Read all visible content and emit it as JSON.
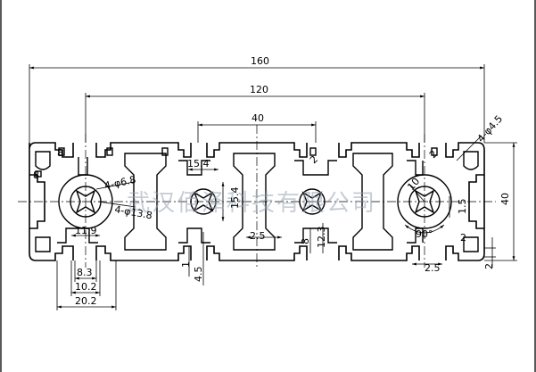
{
  "diagram": {
    "watermark": "武汉佰泽科技有限公司",
    "dimensions": {
      "overall_width": "160",
      "inner_width": "120",
      "center_width": "40",
      "height": "40",
      "slot_15_4_h": "15.4",
      "slot_15_4_v": "15.4",
      "hole_small": "4-φ6.8",
      "hole_large": "4-φ13.8",
      "corner_hole": "4-φ4.5",
      "width_11_9": "11.9",
      "width_8_3": "8.3",
      "width_10_2": "10.2",
      "width_20_2": "20.2",
      "depth_1": "1",
      "depth_4_5": "4.5",
      "thick_2_5_mid": "2.5",
      "slot_8": "8",
      "slot_12_3": "12.3",
      "rib_1_5": "1.5",
      "thick_2_5_right": "2.5",
      "side_2": "2",
      "radius_10": "10",
      "angle_90": "90°",
      "corner_r1": "8",
      "corner_r2": "8",
      "corner_r3": "2",
      "corner_r4": "2",
      "corner_r5": "2"
    }
  }
}
